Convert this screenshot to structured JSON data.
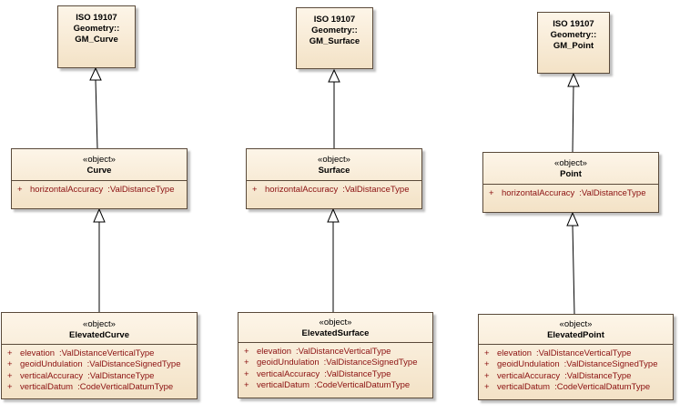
{
  "columns": [
    {
      "iso": {
        "lines": [
          "ISO 19107",
          "Geometry::",
          "GM_Curve"
        ]
      },
      "base": {
        "stereotype": "«object»",
        "name": "Curve",
        "attributes": [
          {
            "visibility": "+",
            "name": "horizontalAccuracy",
            "type": ":ValDistanceType"
          }
        ]
      },
      "elevated": {
        "stereotype": "«object»",
        "name": "ElevatedCurve",
        "attributes": [
          {
            "visibility": "+",
            "name": "elevation",
            "type": ":ValDistanceVerticalType"
          },
          {
            "visibility": "+",
            "name": "geoidUndulation",
            "type": ":ValDistanceSignedType"
          },
          {
            "visibility": "+",
            "name": "verticalAccuracy",
            "type": ":ValDistanceType"
          },
          {
            "visibility": "+",
            "name": "verticalDatum",
            "type": ":CodeVerticalDatumType"
          }
        ]
      }
    },
    {
      "iso": {
        "lines": [
          "ISO 19107",
          "Geometry::",
          "GM_Surface"
        ]
      },
      "base": {
        "stereotype": "«object»",
        "name": "Surface",
        "attributes": [
          {
            "visibility": "+",
            "name": "horizontalAccuracy",
            "type": ":ValDistanceType"
          }
        ]
      },
      "elevated": {
        "stereotype": "«object»",
        "name": "ElevatedSurface",
        "attributes": [
          {
            "visibility": "+",
            "name": "elevation",
            "type": ":ValDistanceVerticalType"
          },
          {
            "visibility": "+",
            "name": "geoidUndulation",
            "type": ":ValDistanceSignedType"
          },
          {
            "visibility": "+",
            "name": "verticalAccuracy",
            "type": ":ValDistanceType"
          },
          {
            "visibility": "+",
            "name": "verticalDatum",
            "type": ":CodeVerticalDatumType"
          }
        ]
      }
    },
    {
      "iso": {
        "lines": [
          "ISO 19107",
          "Geometry::",
          "GM_Point"
        ]
      },
      "base": {
        "stereotype": "«object»",
        "name": "Point",
        "attributes": [
          {
            "visibility": "+",
            "name": "horizontalAccuracy",
            "type": ":ValDistanceType"
          }
        ]
      },
      "elevated": {
        "stereotype": "«object»",
        "name": "ElevatedPoint",
        "attributes": [
          {
            "visibility": "+",
            "name": "elevation",
            "type": ":ValDistanceVerticalType"
          },
          {
            "visibility": "+",
            "name": "geoidUndulation",
            "type": ":ValDistanceSignedType"
          },
          {
            "visibility": "+",
            "name": "verticalAccuracy",
            "type": ":ValDistanceType"
          },
          {
            "visibility": "+",
            "name": "verticalDatum",
            "type": ":CodeVerticalDatumType"
          }
        ]
      }
    }
  ],
  "colors": {
    "attribute_text": "#8b1010",
    "box_fill_top": "#fdf5e8",
    "box_fill_bottom": "#f3e2c6",
    "border": "#5a4a3a"
  }
}
